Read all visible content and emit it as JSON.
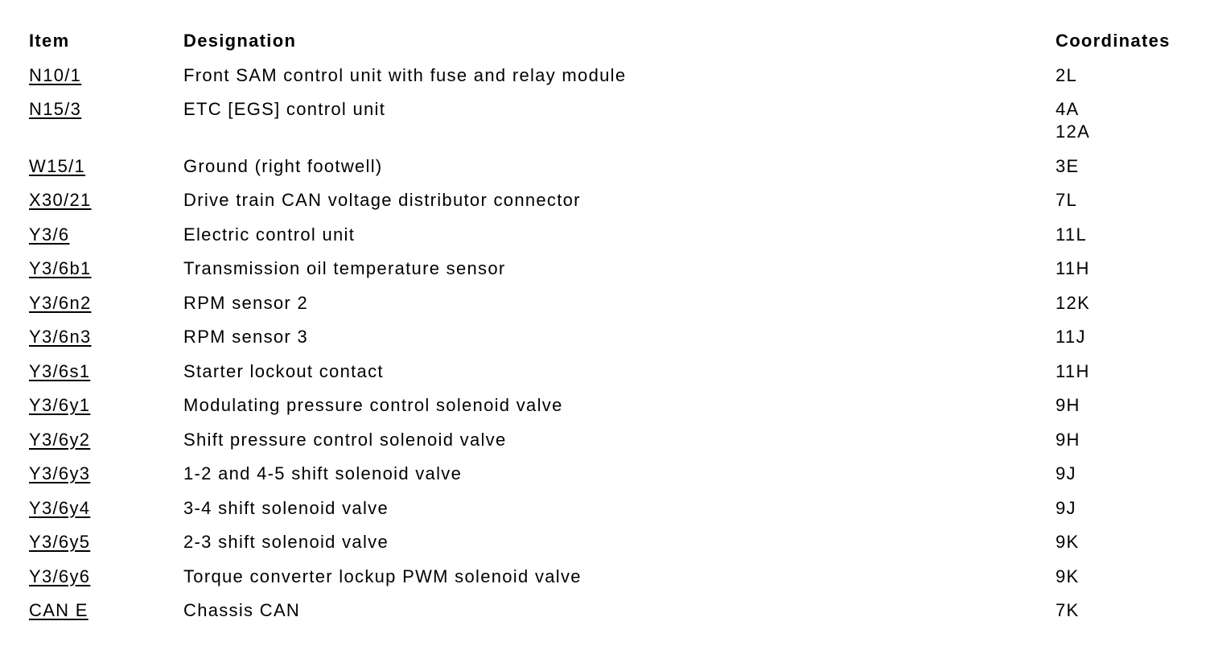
{
  "page": {
    "background": "#ffffff",
    "text_color": "#000000",
    "link_color": "#000000"
  },
  "table": {
    "headers": {
      "item": "Item",
      "designation": "Designation",
      "coordinates": "Coordinates"
    },
    "rows": [
      {
        "item": "N10/1",
        "designation": "Front SAM control unit with fuse and relay module",
        "coordinates": [
          "2L"
        ]
      },
      {
        "item": "N15/3",
        "designation": "ETC [EGS] control unit",
        "coordinates": [
          "4A",
          "12A"
        ]
      },
      {
        "item": "W15/1",
        "designation": "Ground (right footwell)",
        "coordinates": [
          "3E"
        ]
      },
      {
        "item": "X30/21",
        "designation": "Drive train CAN voltage distributor connector",
        "coordinates": [
          "7L"
        ]
      },
      {
        "item": "Y3/6",
        "designation": "Electric control unit",
        "coordinates": [
          "11L"
        ]
      },
      {
        "item": "Y3/6b1",
        "designation": "Transmission oil temperature sensor",
        "coordinates": [
          "11H"
        ]
      },
      {
        "item": "Y3/6n2",
        "designation": "RPM sensor 2",
        "coordinates": [
          "12K"
        ]
      },
      {
        "item": "Y3/6n3",
        "designation": "RPM sensor 3",
        "coordinates": [
          "11J"
        ]
      },
      {
        "item": "Y3/6s1",
        "designation": "Starter lockout contact",
        "coordinates": [
          "11H"
        ]
      },
      {
        "item": "Y3/6y1",
        "designation": "Modulating pressure control solenoid valve",
        "coordinates": [
          "9H"
        ]
      },
      {
        "item": "Y3/6y2",
        "designation": "Shift pressure control solenoid valve",
        "coordinates": [
          "9H"
        ]
      },
      {
        "item": "Y3/6y3",
        "designation": "1-2 and 4-5 shift solenoid valve",
        "coordinates": [
          "9J"
        ]
      },
      {
        "item": "Y3/6y4",
        "designation": "3-4 shift solenoid valve",
        "coordinates": [
          "9J"
        ]
      },
      {
        "item": "Y3/6y5",
        "designation": "2-3 shift solenoid valve",
        "coordinates": [
          "9K"
        ]
      },
      {
        "item": "Y3/6y6",
        "designation": "Torque converter lockup PWM solenoid valve",
        "coordinates": [
          "9K"
        ]
      },
      {
        "item": "CAN E",
        "designation": "Chassis CAN",
        "coordinates": [
          "7K"
        ]
      }
    ]
  }
}
